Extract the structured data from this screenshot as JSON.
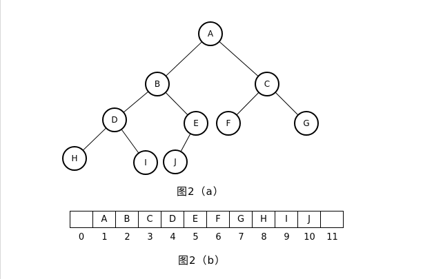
{
  "tree": {
    "nodes": [
      {
        "id": "A",
        "label": "A"
      },
      {
        "id": "B",
        "label": "B"
      },
      {
        "id": "C",
        "label": "C"
      },
      {
        "id": "D",
        "label": "D"
      },
      {
        "id": "E",
        "label": "E"
      },
      {
        "id": "F",
        "label": "F"
      },
      {
        "id": "G",
        "label": "G"
      },
      {
        "id": "H",
        "label": "H"
      },
      {
        "id": "I",
        "label": "I"
      },
      {
        "id": "J",
        "label": "J"
      }
    ],
    "edges": [
      [
        "A",
        "B"
      ],
      [
        "A",
        "C"
      ],
      [
        "B",
        "D"
      ],
      [
        "B",
        "E"
      ],
      [
        "C",
        "F"
      ],
      [
        "C",
        "G"
      ],
      [
        "D",
        "H"
      ],
      [
        "D",
        "I"
      ],
      [
        "E",
        "J"
      ]
    ]
  },
  "caption_a": "图2（a）",
  "array": {
    "cells": [
      "",
      "A",
      "B",
      "C",
      "D",
      "E",
      "F",
      "G",
      "H",
      "I",
      "J",
      ""
    ],
    "indices": [
      "0",
      "1",
      "2",
      "3",
      "4",
      "5",
      "6",
      "7",
      "8",
      "9",
      "10",
      "11"
    ]
  },
  "caption_b": "图2（b）"
}
